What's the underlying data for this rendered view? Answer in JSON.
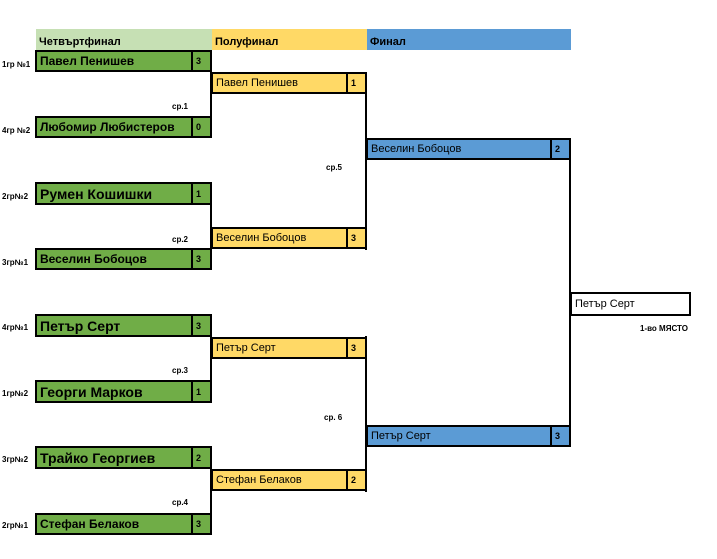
{
  "headers": {
    "quarterfinal": "Четвъртфинал",
    "semifinal": "Полуфинал",
    "final": "Финал"
  },
  "quarterfinals": [
    {
      "seed": "1гр №1",
      "name": "Павел Пенишев",
      "score": "3"
    },
    {
      "seed": "4гр №2",
      "name": "Любомир Любистеров",
      "score": "0"
    },
    {
      "seed": "2гр№2",
      "name": "Румен Кошишки",
      "score": "1"
    },
    {
      "seed": "3гр№1",
      "name": "Веселин Бобоцов",
      "score": "3"
    },
    {
      "seed": "4гр№1",
      "name": "Петър Серт",
      "score": "3"
    },
    {
      "seed": "1гр№2",
      "name": "Георги Марков",
      "score": "1"
    },
    {
      "seed": "3гр№2",
      "name": "Трайко Георгиев",
      "score": "2"
    },
    {
      "seed": "2гр№1",
      "name": "Стефан Белаков",
      "score": "3"
    }
  ],
  "semifinals": [
    {
      "name": "Павел Пенишев",
      "score": "1"
    },
    {
      "name": "Веселин Бобоцов",
      "score": "3"
    },
    {
      "name": "Петър Серт",
      "score": "3"
    },
    {
      "name": "Стефан Белаков",
      "score": "2"
    }
  ],
  "finals": [
    {
      "name": "Веселин Бобоцов",
      "score": "2"
    },
    {
      "name": "Петър Серт",
      "score": "3"
    }
  ],
  "matches": [
    "ср.1",
    "ср.2",
    "ср.3",
    "ср.4",
    "ср.5",
    "ср. 6"
  ],
  "champion": {
    "name": "Петър Серт",
    "place": "1-во МЯСТО"
  },
  "colors": {
    "quarterfinal": "#70ad47",
    "quarterfinal_header": "#c6e0b4",
    "semifinal": "#ffd966",
    "final": "#5b9bd5"
  }
}
